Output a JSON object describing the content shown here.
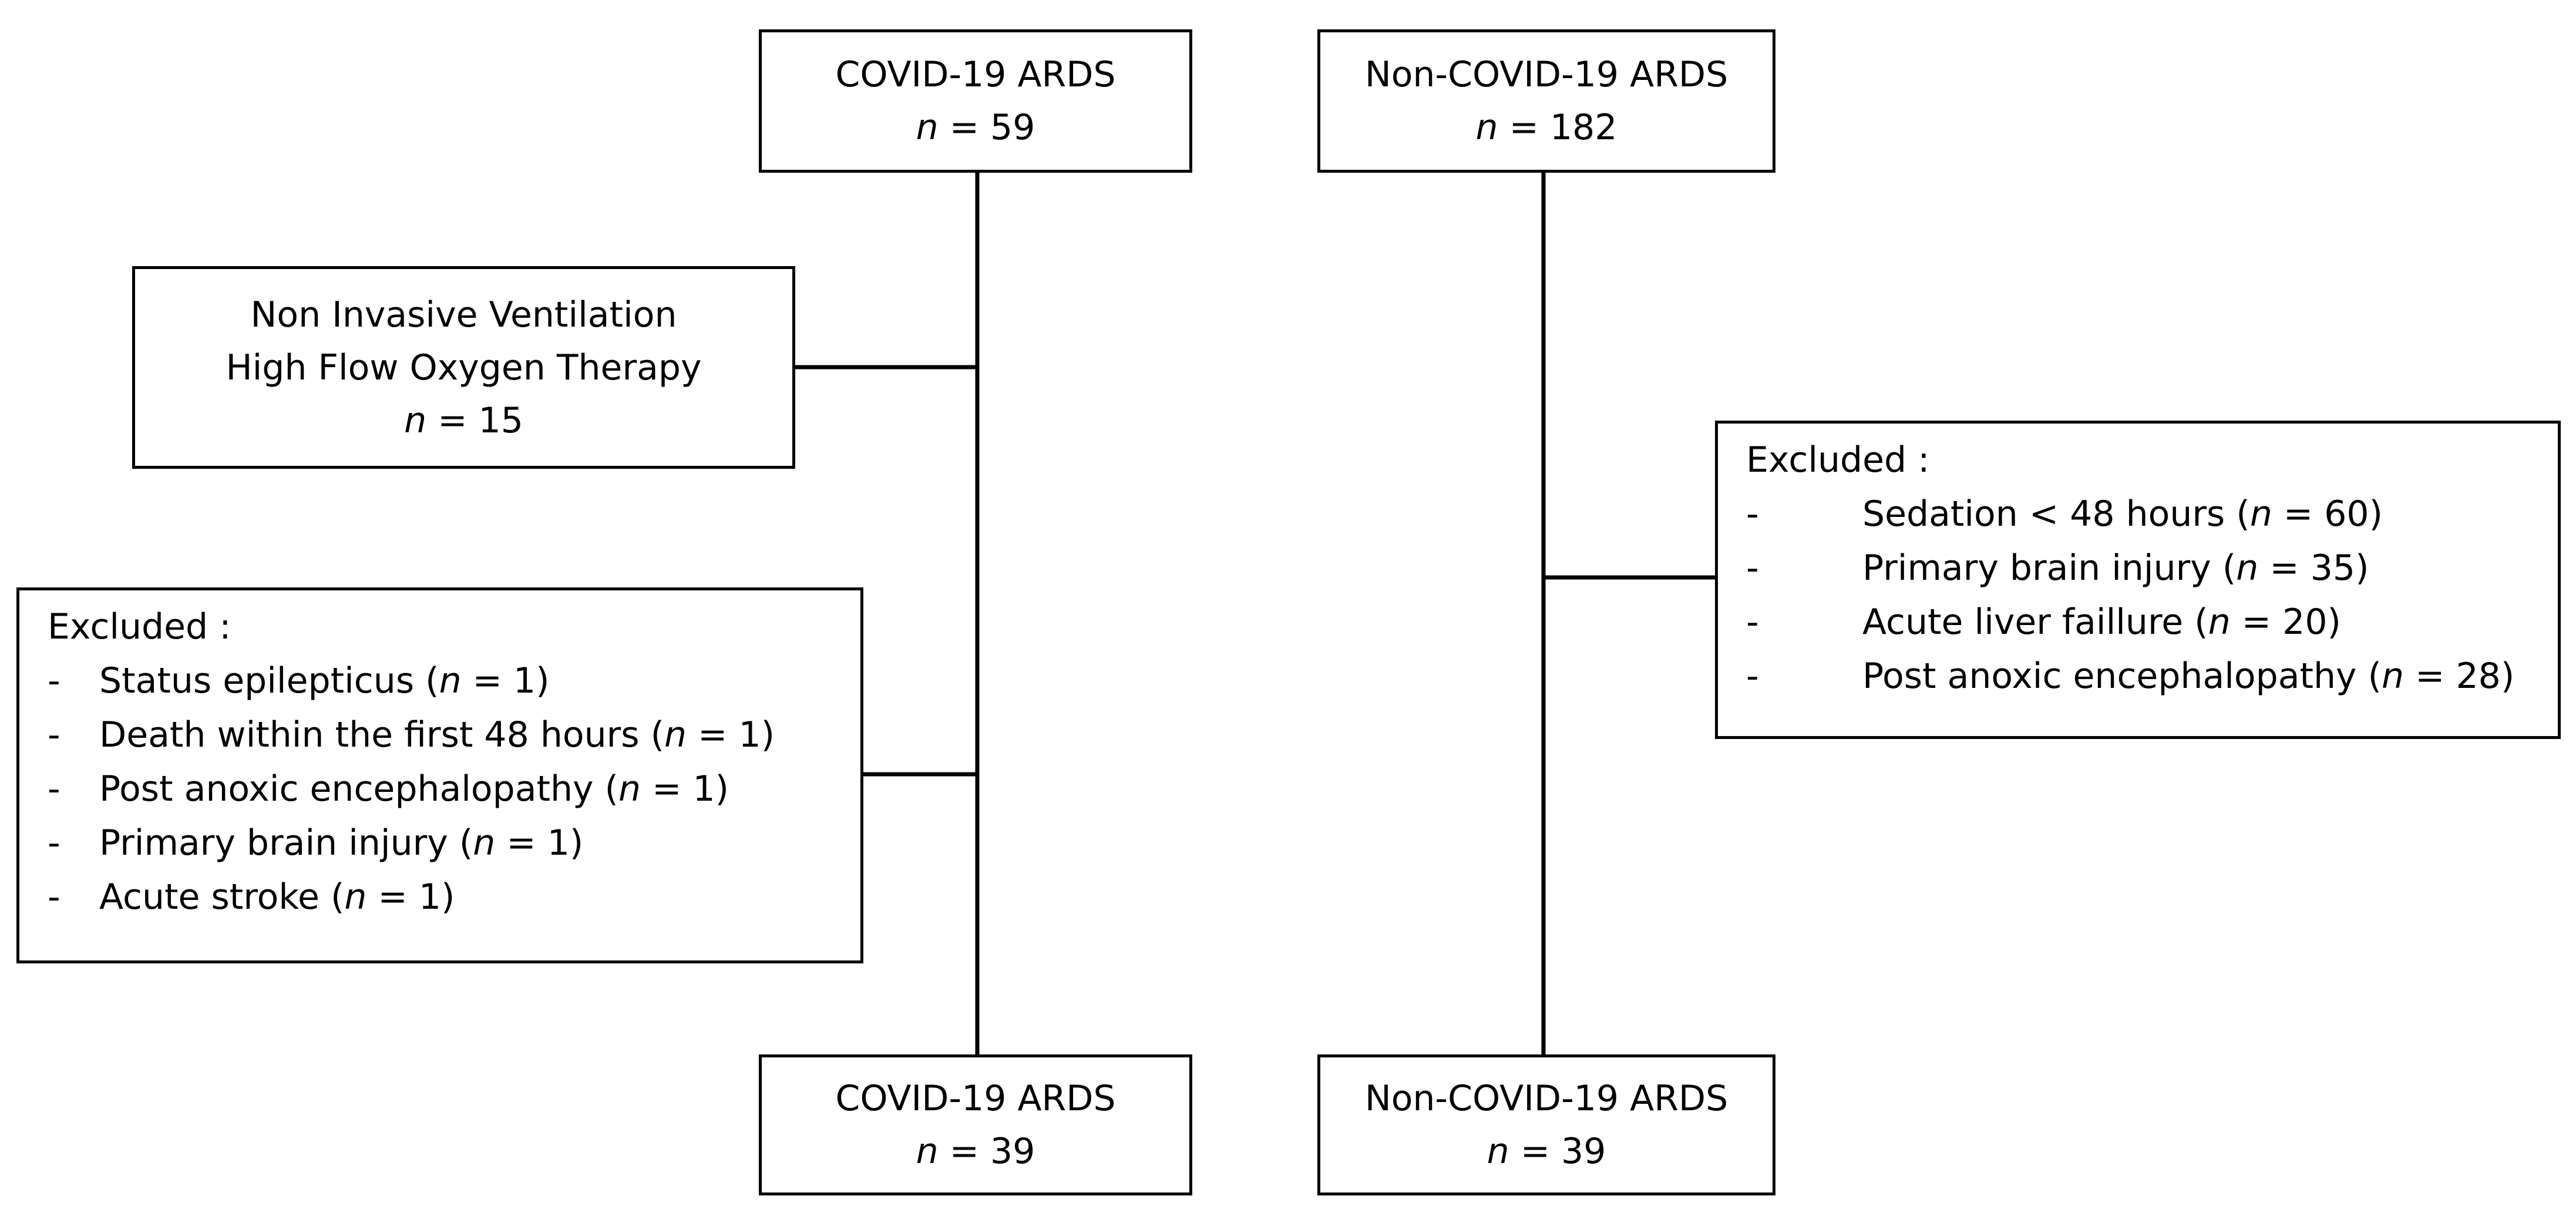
{
  "top_left": {
    "title": "COVID-19 ARDS",
    "n_var": "n",
    "n_value": "= 59"
  },
  "top_right": {
    "title": "Non-COVID-19 ARDS",
    "n_var": "n",
    "n_value": "= 182"
  },
  "niv_box": {
    "line1": "Non Invasive Ventilation",
    "line2": "High Flow Oxygen Therapy",
    "n_var": "n",
    "n_value": "= 15"
  },
  "left_excluded": {
    "heading": "Excluded :",
    "dash": "-",
    "items": [
      {
        "label": "Status epilepticus",
        "n_var": "n",
        "n_value": " = 1)"
      },
      {
        "label": "Death within the first 48 hours",
        "n_var": "n",
        "n_value": " = 1)"
      },
      {
        "label": "Post anoxic encephalopathy",
        "n_var": "n",
        "n_value": " = 1)"
      },
      {
        "label": "Primary brain injury",
        "n_var": "n",
        "n_value": " = 1)"
      },
      {
        "label": "Acute stroke",
        "n_var": "n",
        "n_value": " = 1)"
      }
    ]
  },
  "right_excluded": {
    "heading": "Excluded :",
    "dash": "-",
    "items": [
      {
        "label": "Sedation < 48 hours",
        "n_var": "n",
        "n_value": " = 60)"
      },
      {
        "label": "Primary brain injury",
        "n_var": "n",
        "n_value": " = 35)"
      },
      {
        "label": "Acute liver faillure",
        "n_var": "n",
        "n_value": " = 20)"
      },
      {
        "label": "Post anoxic encephalopathy",
        "n_var": "n",
        "n_value": " = 28)"
      }
    ]
  },
  "bottom_left": {
    "title": "COVID-19 ARDS",
    "n_var": "n",
    "n_value": "= 39"
  },
  "bottom_right": {
    "title": "Non-COVID-19 ARDS",
    "n_var": "n",
    "n_value": "= 39"
  },
  "colors": {
    "line": "#000000",
    "background": "#ffffff"
  }
}
